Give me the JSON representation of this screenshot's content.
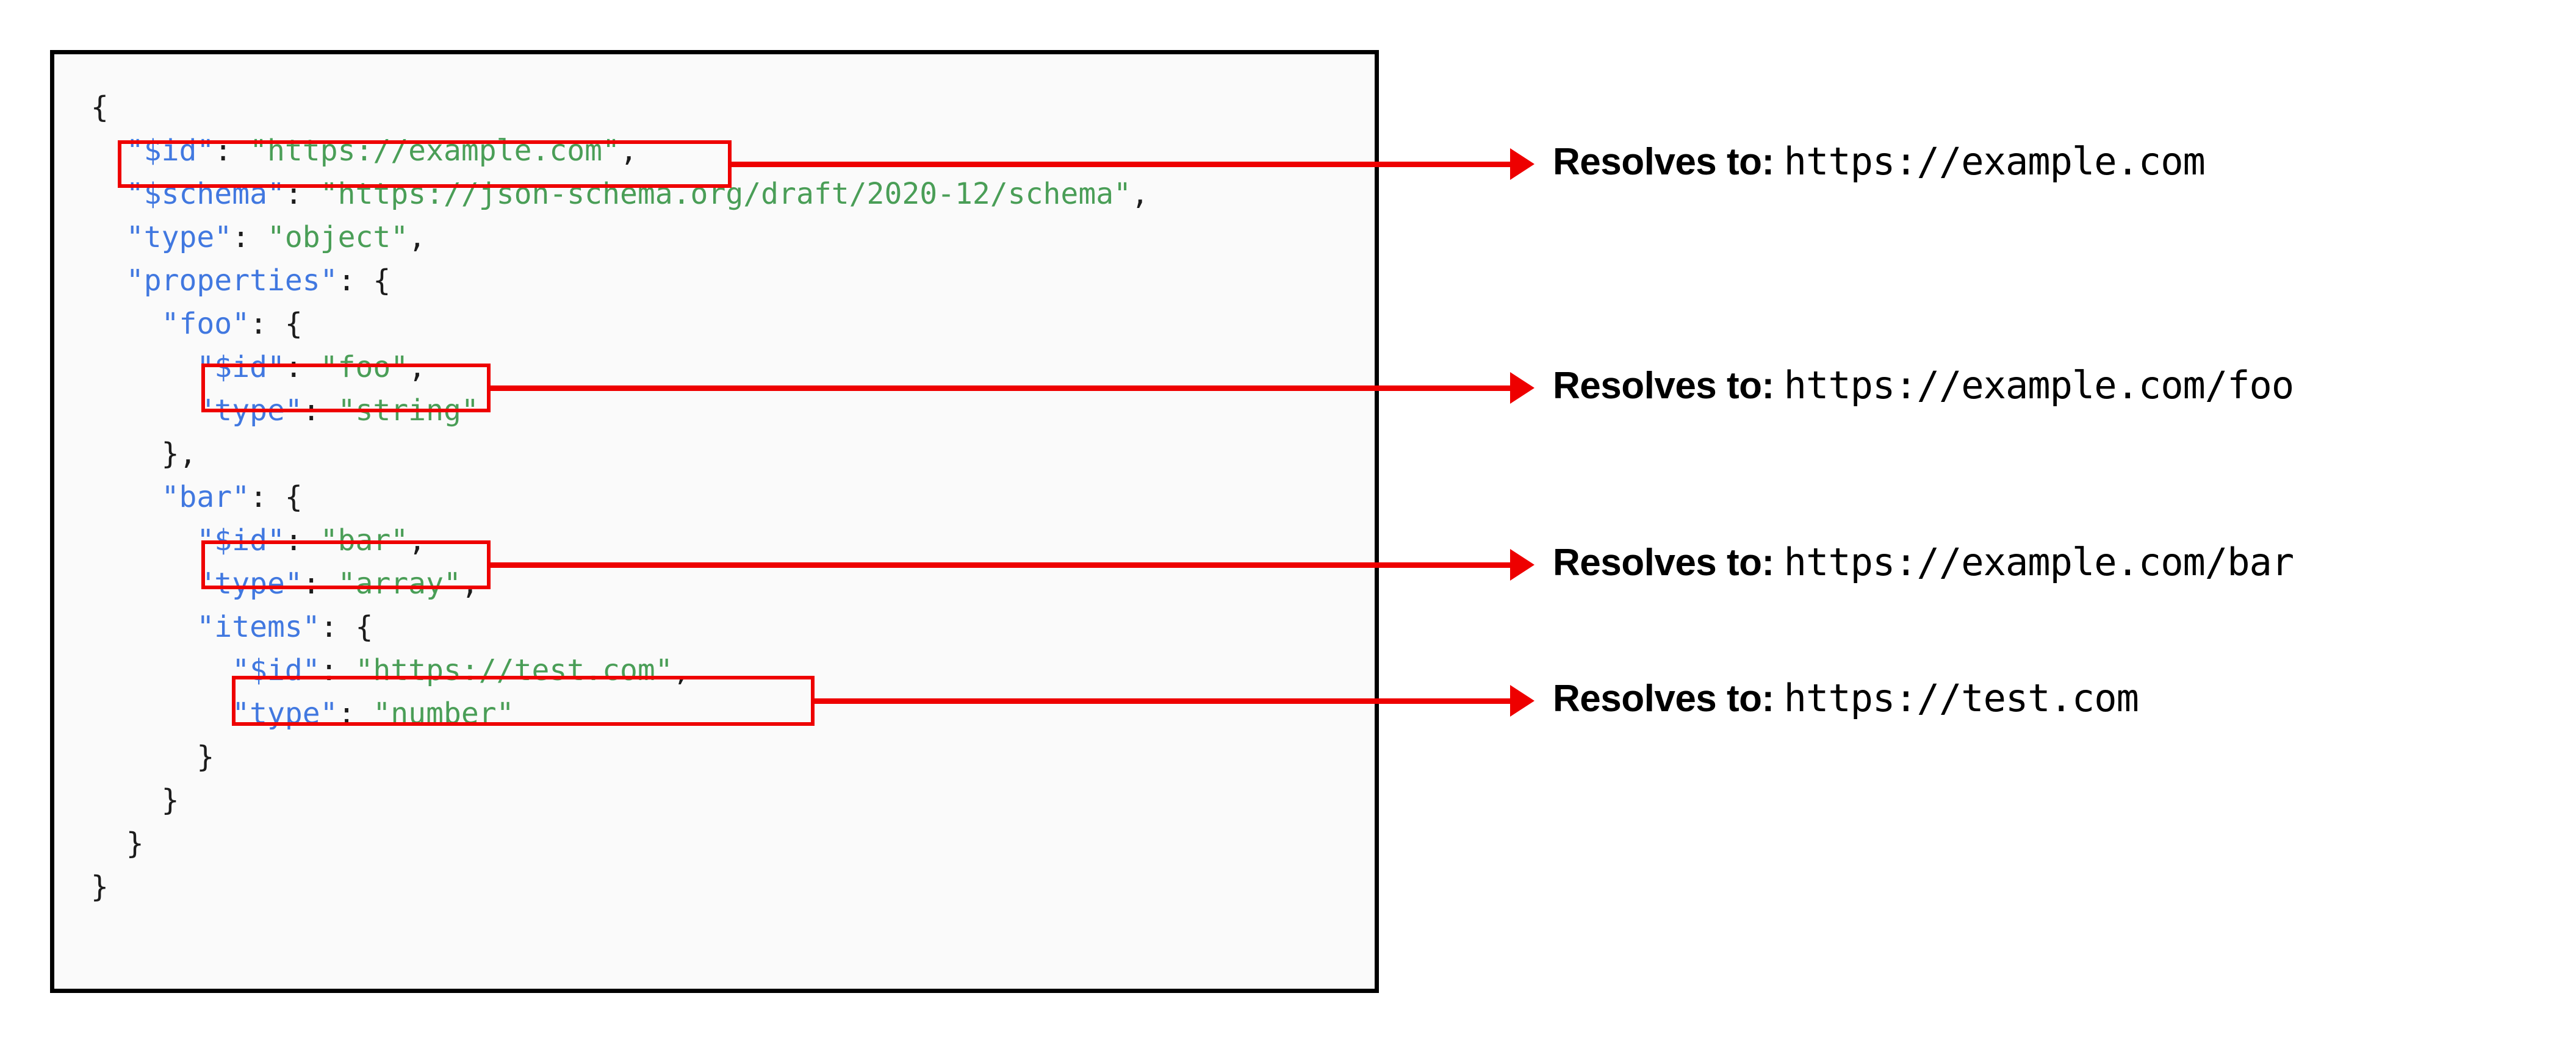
{
  "code_panel": {
    "language": "json",
    "background_color": "#fafafa",
    "border_color": "#000000",
    "key_color": "#4178e0",
    "string_color": "#4a9e57",
    "punctuation_color": "#1c1c1c",
    "lines": [
      {
        "indent": 0,
        "key": null,
        "value": null,
        "open": "{",
        "comma": false
      },
      {
        "indent": 1,
        "key": "\"$id\"",
        "value": "\"https://example.com\"",
        "open": null,
        "comma": true
      },
      {
        "indent": 1,
        "key": "\"$schema\"",
        "value": "\"https://json-schema.org/draft/2020-12/schema\"",
        "open": null,
        "comma": true
      },
      {
        "indent": 1,
        "key": "\"type\"",
        "value": "\"object\"",
        "open": null,
        "comma": true
      },
      {
        "indent": 1,
        "key": "\"properties\"",
        "value": null,
        "open": "{",
        "comma": false
      },
      {
        "indent": 2,
        "key": "\"foo\"",
        "value": null,
        "open": "{",
        "comma": false
      },
      {
        "indent": 3,
        "key": "\"$id\"",
        "value": "\"foo\"",
        "open": null,
        "comma": true
      },
      {
        "indent": 3,
        "key": "\"type\"",
        "value": "\"string\"",
        "open": null,
        "comma": false
      },
      {
        "indent": 2,
        "key": null,
        "value": null,
        "open": "},",
        "comma": false
      },
      {
        "indent": 2,
        "key": "\"bar\"",
        "value": null,
        "open": "{",
        "comma": false
      },
      {
        "indent": 3,
        "key": "\"$id\"",
        "value": "\"bar\"",
        "open": null,
        "comma": true
      },
      {
        "indent": 3,
        "key": "\"type\"",
        "value": "\"array\"",
        "open": null,
        "comma": true
      },
      {
        "indent": 3,
        "key": "\"items\"",
        "value": null,
        "open": "{",
        "comma": false
      },
      {
        "indent": 4,
        "key": "\"$id\"",
        "value": "\"https://test.com\"",
        "open": null,
        "comma": true
      },
      {
        "indent": 4,
        "key": "\"type\"",
        "value": "\"number\"",
        "open": null,
        "comma": false
      },
      {
        "indent": 3,
        "key": null,
        "value": null,
        "open": "}",
        "comma": false
      },
      {
        "indent": 2,
        "key": null,
        "value": null,
        "open": "}",
        "comma": false
      },
      {
        "indent": 1,
        "key": null,
        "value": null,
        "open": "}",
        "comma": false
      },
      {
        "indent": 0,
        "key": null,
        "value": null,
        "open": "}",
        "comma": false
      }
    ],
    "raw_text": "{\n  \"$id\": \"https://example.com\",\n  \"$schema\": \"https://json-schema.org/draft/2020-12/schema\",\n  \"type\": \"object\",\n  \"properties\": {\n    \"foo\": {\n      \"$id\": \"foo\",\n      \"type\": \"string\"\n    },\n    \"bar\": {\n      \"$id\": \"bar\",\n      \"type\": \"array\",\n      \"items\": {\n        \"$id\": \"https://test.com\",\n        \"type\": \"number\"\n      }\n    }\n  }\n}"
  },
  "highlight_color": "#ee0000",
  "highlights": [
    {
      "target_text": "\"$id\": \"https://example.com\","
    },
    {
      "target_text": "\"$id\": \"foo\","
    },
    {
      "target_text": "\"$id\": \"bar\","
    },
    {
      "target_text": "\"$id\": \"https://test.com\","
    }
  ],
  "annotations": [
    {
      "label": "Resolves to:",
      "url": "https://example.com"
    },
    {
      "label": "Resolves to:",
      "url": "https://example.com/foo"
    },
    {
      "label": "Resolves to:",
      "url": "https://example.com/bar"
    },
    {
      "label": "Resolves to:",
      "url": "https://test.com"
    }
  ]
}
